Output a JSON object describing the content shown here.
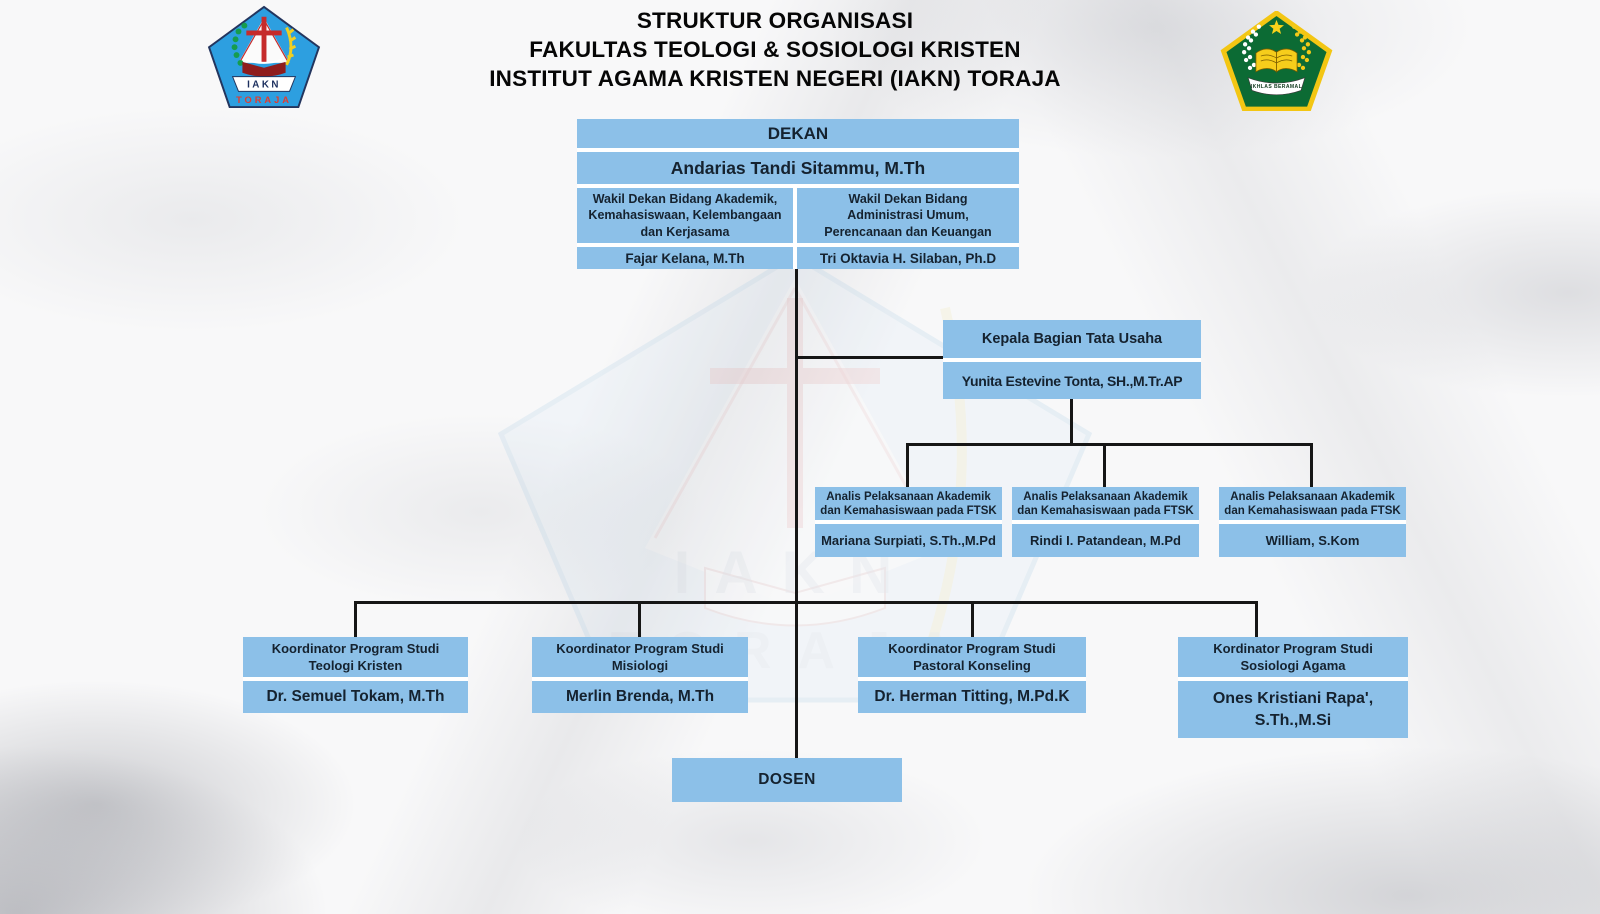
{
  "title": {
    "line1": "STRUKTUR ORGANISASI",
    "line2": "FAKULTAS TEOLOGI & SOSIOLOGI KRISTEN",
    "line3": "INSTITUT AGAMA KRISTEN NEGERI (IAKN) TORAJA"
  },
  "logos": {
    "left": {
      "banner": "IAKN",
      "region": "TORAJA"
    },
    "right": {
      "motto": "IKHLAS BERAMAL"
    }
  },
  "watermark": {
    "text_top": "IAKN",
    "text_bottom": "TORAJA"
  },
  "colors": {
    "box_fill": "#8CC0E8",
    "connector": "#161616",
    "text": "#15222F"
  },
  "org": {
    "dekan": {
      "title": "DEKAN",
      "name": "Andarias Tandi Sitammu, M.Th"
    },
    "wakil": [
      {
        "title": "Wakil Dekan Bidang Akademik,\nKemahasiswaan, Kelembangaan\ndan Kerjasama",
        "name": "Fajar Kelana, M.Th"
      },
      {
        "title": "Wakil Dekan Bidang\nAdministrasi Umum,\nPerencanaan dan Keuangan",
        "name": "Tri Oktavia H. Silaban, Ph.D"
      }
    ],
    "tata_usaha": {
      "title": "Kepala Bagian Tata Usaha",
      "name": "Yunita Estevine Tonta, SH.,M.Tr.AP"
    },
    "analis": [
      {
        "title": "Analis Pelaksanaan Akademik\ndan Kemahasiswaan pada FTSK",
        "name": "Mariana Surpiati, S.Th.,M.Pd"
      },
      {
        "title": "Analis Pelaksanaan Akademik\ndan Kemahasiswaan pada FTSK",
        "name": "Rindi I. Patandean, M.Pd"
      },
      {
        "title": "Analis Pelaksanaan Akademik\ndan Kemahasiswaan pada FTSK",
        "name": "William, S.Kom"
      }
    ],
    "koordinator": [
      {
        "title": "Koordinator Program Studi\nTeologi Kristen",
        "name": "Dr. Semuel Tokam, M.Th"
      },
      {
        "title": "Koordinator Program Studi\nMisiologi",
        "name": "Merlin Brenda, M.Th"
      },
      {
        "title": "Koordinator Program Studi\nPastoral Konseling",
        "name": "Dr. Herman Titting, M.Pd.K"
      },
      {
        "title": "Kordinator Program Studi\nSosiologi Agama",
        "name": "Ones Kristiani Rapa',\nS.Th.,M.Si"
      }
    ],
    "dosen": {
      "title": "DOSEN"
    }
  }
}
